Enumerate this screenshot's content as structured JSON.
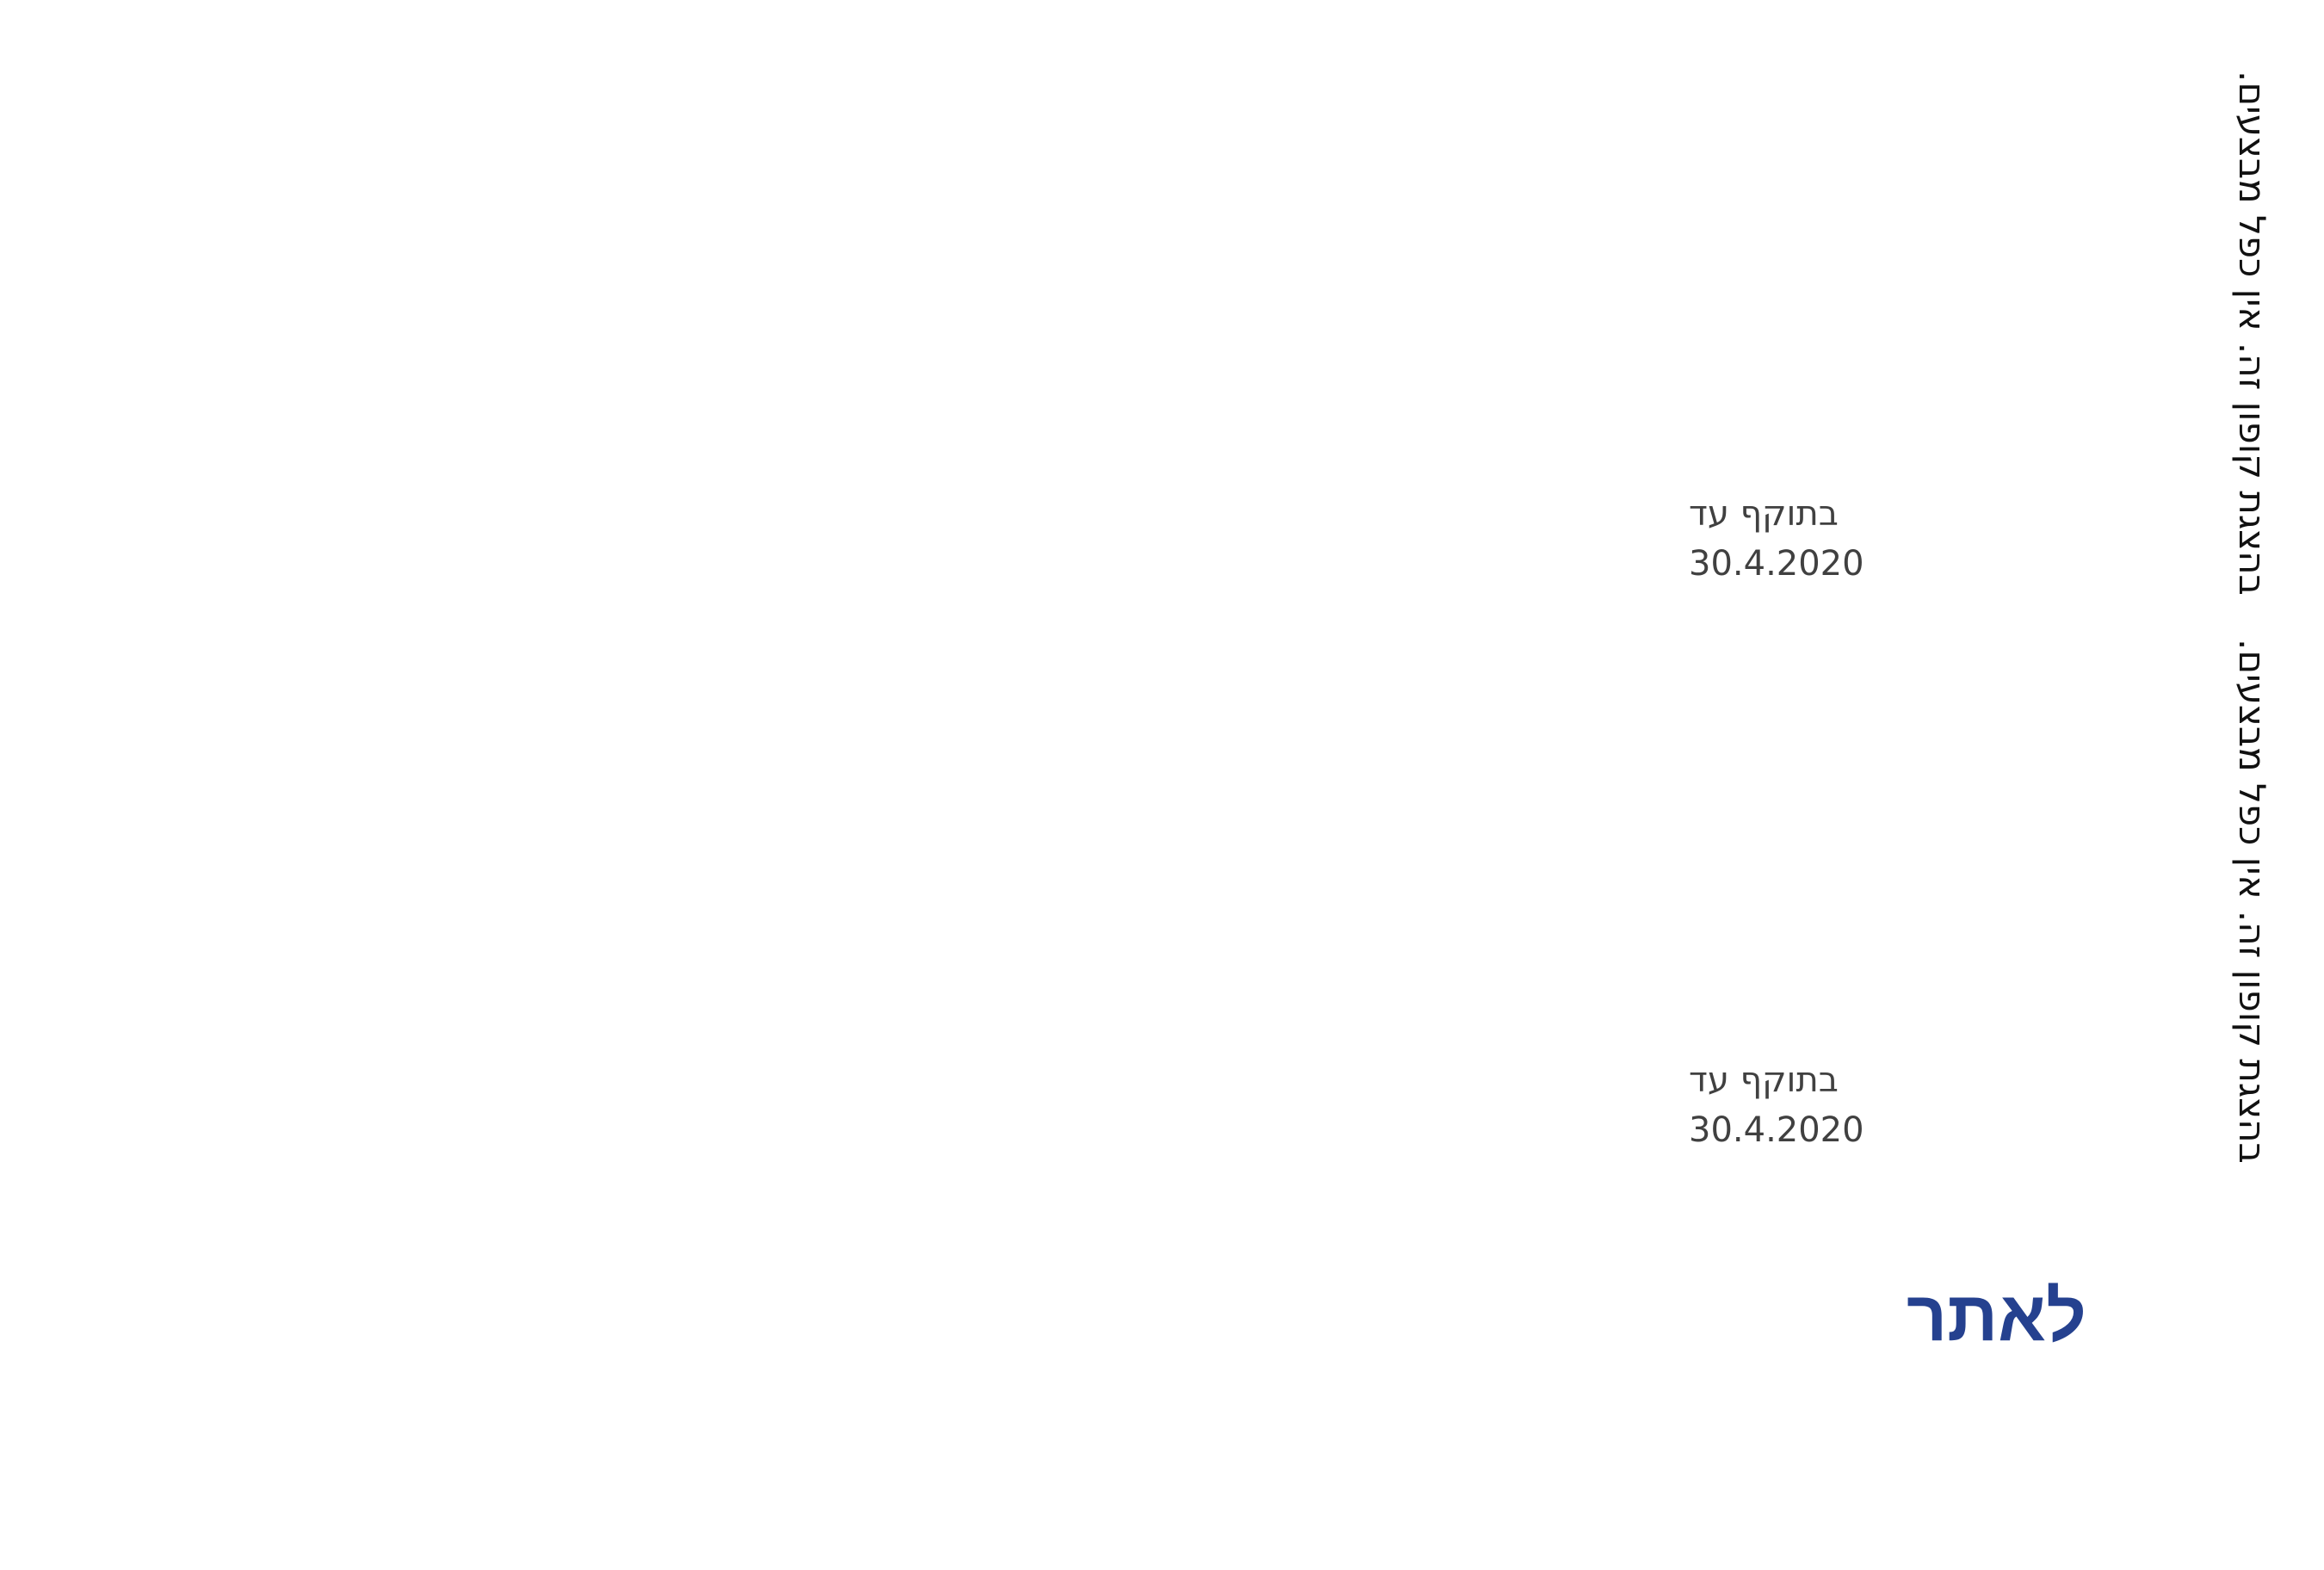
{
  "coupons": [
    {
      "terms_text": "בהצגת קופון זה. אין כפל מבצעים.",
      "valid_until_label": "בתוקף עד",
      "valid_until_date": "30.4.2020"
    },
    {
      "terms_text": "בהצגת קופון זה. אין כפל מבצעים.",
      "valid_until_label": "בתוקף עד",
      "valid_until_date": "30.4.2020"
    }
  ],
  "site_link": {
    "label": "לאתר",
    "color": "#25418f"
  }
}
